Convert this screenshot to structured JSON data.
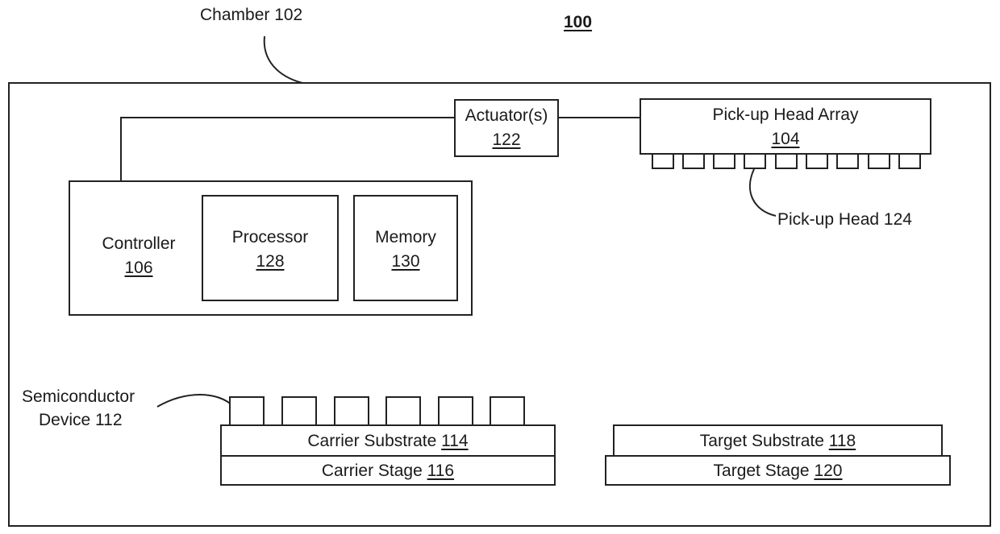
{
  "figure": {
    "number": "100",
    "chamber": {
      "label": "Chamber 102"
    },
    "actuator": {
      "name": "Actuator(s)",
      "ref": "122"
    },
    "pickup_array": {
      "name": "Pick-up Head Array",
      "ref": "104"
    },
    "pickup_head": {
      "label": "Pick-up Head 124"
    },
    "controller": {
      "name": "Controller",
      "ref": "106"
    },
    "processor": {
      "name": "Processor",
      "ref": "128"
    },
    "memory": {
      "name": "Memory",
      "ref": "130"
    },
    "semiconductor": {
      "line1": "Semiconductor",
      "line2": "Device 112"
    },
    "carrier_substrate": {
      "name": "Carrier Substrate ",
      "ref": "114"
    },
    "carrier_stage": {
      "name": "Carrier Stage ",
      "ref": "116"
    },
    "target_substrate": {
      "name": "Target Substrate ",
      "ref": "118"
    },
    "target_stage": {
      "name": "Target Stage ",
      "ref": "120"
    }
  }
}
